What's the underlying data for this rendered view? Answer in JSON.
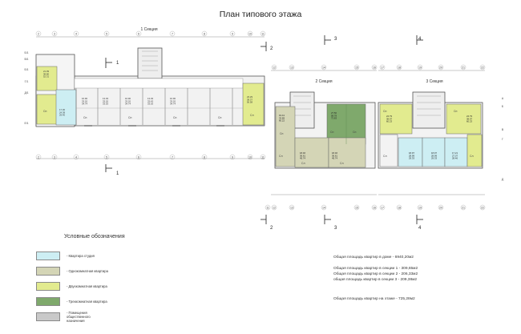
{
  "title": "План типового этажа",
  "sections": {
    "s1": "1 Секция",
    "s2": "2 Секция",
    "s3": "3 Секция"
  },
  "cut_marks": {
    "c1": "1",
    "c2": "2",
    "c3": "3",
    "c4": "4"
  },
  "axes_top_s1": [
    "2",
    "3",
    "4",
    "5",
    "6",
    "7",
    "8",
    "9",
    "10",
    "11"
  ],
  "axes_bottom_s1": [
    "2",
    "3",
    "4",
    "5",
    "6",
    "7",
    "8",
    "9",
    "10",
    "11"
  ],
  "axes_left_s1": [
    "Б/1",
    "В/1",
    "Б/1",
    "Г/1",
    "Д/1",
    "Е/1"
  ],
  "axes_top_s2": [
    "12",
    "13",
    "14",
    "15",
    "16"
  ],
  "axes_top_s3": [
    "17",
    "18",
    "19",
    "20",
    "21",
    "22"
  ],
  "axes_bottom_s23": [
    "11",
    "12",
    "13",
    "14",
    "15",
    "16",
    "17",
    "18",
    "19",
    "20",
    "21",
    "22"
  ],
  "axes_right": [
    "А",
    "Б",
    "В",
    "Г",
    "Д"
  ],
  "room_labels": {
    "sp": "Сп",
    "sl": "Сл"
  },
  "apt_labels": {
    "a1": "21.09\n38.80\n52.31",
    "a2": "17.30\n24.38\n29.40",
    "a3": "16.90\n33.02\n34.74",
    "a4": "13.03\n33.02\n33.53",
    "a5": "16.90\n33.02\n34.74",
    "a6": "13.03\n33.43\n33.53",
    "a7": "16.90\n33.02\n34.74",
    "a8": "23.29\n38.37\n56.58",
    "a9": "19.41\n33.89\n60.22",
    "a10": "27.50\n58.78\n73.83",
    "a11": "18.46\n36.61\n45.74",
    "a12": "18.46\n36.61\n45.74",
    "a13": "24.79\n38.97\n60.23",
    "a14": "18.97\n28.99\n29.33",
    "a15": "18.97\n28.99\n29.33",
    "a16": "17.21\n27.07\n28.46",
    "a17": "24.79\n38.97\n60.23"
  },
  "legend": {
    "title": "Условные обозначения",
    "items": [
      {
        "label": "- Квартира студия",
        "color": "#cdeef3"
      },
      {
        "label": "- Однокомнатная квартира",
        "color": "#d4d5b6"
      },
      {
        "label": "- Двухкомнатная квартира",
        "color": "#e2eb8f"
      },
      {
        "label": "- Трехкомнатная квартира",
        "color": "#7fa96c"
      },
      {
        "label": "- Помещения общественного назначения",
        "color": "#c9c9c9"
      }
    ]
  },
  "stats": {
    "total": "Общая площадь квартир в доме - 6940,20м2",
    "s1": "Общая площадь квартир в секции 1   - 309,65м2",
    "s2": "Общая площадь квартир в секции 2   - 206,33м2",
    "s3": "общая площадь квартир в секции 3   - 209,38м2",
    "floor": "Общая площадь квартир на этаже      - 725,28м2"
  }
}
